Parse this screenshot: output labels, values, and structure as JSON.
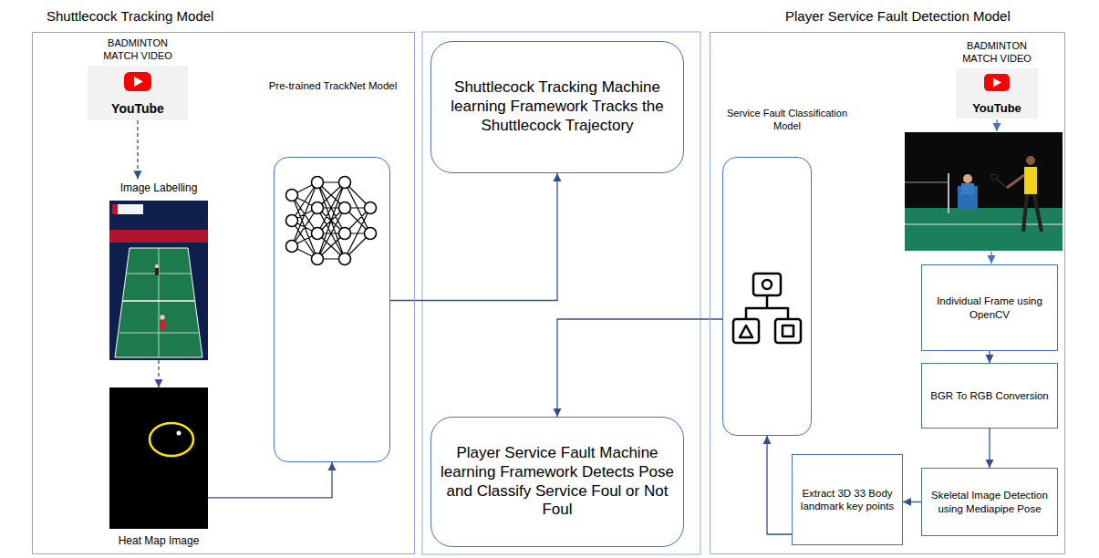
{
  "diagram": {
    "nodes": [
      {
        "text": [
          "Shuttlecock Tracking Model"
        ]
      },
      {
        "text": [
          "BADMINTON MATCH VIDEO",
          "YouTube"
        ],
        "in": 0
      },
      {
        "text": [
          "Image Labelling"
        ],
        "in": 0
      },
      {
        "text": [
          "Heat Map Image"
        ],
        "in": 0
      },
      {
        "text": [
          "Pre-trained TrackNet Model"
        ],
        "in": 0
      },
      {
        "text": [
          "Shuttlecock Tracking Machine learning Framework Tracks the Shuttlecock Trajectory"
        ]
      },
      {
        "text": [
          "Player Service Fault Machine learning Framework Detects Pose and Classify Service Foul or Not Foul"
        ]
      },
      {
        "text": [
          "Player Service Fault Detection Model"
        ]
      },
      {
        "text": [
          "Service Fault Classification Model"
        ],
        "in": 7
      },
      {
        "text": [
          "BADMINTON MATCH VIDEO",
          "YouTube"
        ],
        "in": 7
      },
      {
        "text": [
          "Individual Frame using OpenCV"
        ],
        "in": 7
      },
      {
        "text": [
          "BGR To RGB Conversion"
        ],
        "in": 7
      },
      {
        "text": [
          "Skeletal Image Detection using Mediapipe Pose"
        ],
        "in": 7
      },
      {
        "text": [
          "Extract 3D 33 Body landmark key points"
        ],
        "in": 7
      }
    ],
    "edges": [
      {
        "from": 1,
        "to": 2,
        "arrow": "to"
      },
      {
        "from": 2,
        "to": 3,
        "arrow": "to"
      },
      {
        "from": 3,
        "to": 4,
        "arrow": "to"
      },
      {
        "from": 4,
        "to": 5,
        "arrow": "to"
      },
      {
        "from": 10,
        "to": 11,
        "arrow": "to"
      },
      {
        "from": 11,
        "to": 12,
        "arrow": "to"
      },
      {
        "from": 12,
        "to": 13,
        "arrow": "to"
      },
      {
        "from": 13,
        "to": 8,
        "arrow": "to"
      },
      {
        "from": 8,
        "to": 6,
        "arrow": "to"
      }
    ]
  }
}
